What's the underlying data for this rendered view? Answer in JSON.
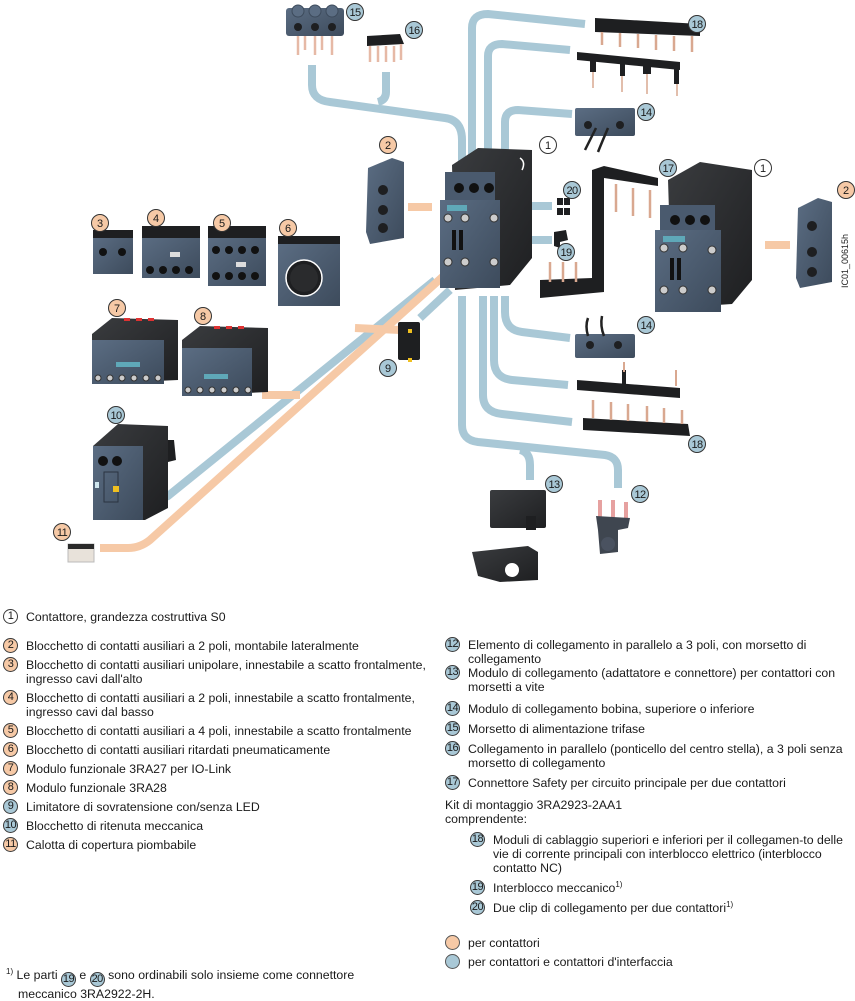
{
  "colors": {
    "orange_badge": "#f6c9a6",
    "blue_badge": "#a9c8d6",
    "orange_line": "#f6c9a6",
    "blue_line": "#a9c8d6",
    "housing_dark": "#2a2c2e",
    "housing_blue": "#4a5a6e",
    "copper": "#d9a890"
  },
  "diagram": {
    "image_code": "IC01_00615h",
    "callouts": [
      {
        "n": "1",
        "style": "white"
      },
      {
        "n": "1",
        "style": "white"
      },
      {
        "n": "2",
        "style": "orange"
      },
      {
        "n": "2",
        "style": "orange"
      },
      {
        "n": "3",
        "style": "orange"
      },
      {
        "n": "4",
        "style": "orange"
      },
      {
        "n": "5",
        "style": "orange"
      },
      {
        "n": "6",
        "style": "orange"
      },
      {
        "n": "7",
        "style": "orange"
      },
      {
        "n": "8",
        "style": "orange"
      },
      {
        "n": "9",
        "style": "blue"
      },
      {
        "n": "10",
        "style": "blue"
      },
      {
        "n": "11",
        "style": "orange"
      },
      {
        "n": "12",
        "style": "blue"
      },
      {
        "n": "13",
        "style": "blue"
      },
      {
        "n": "14",
        "style": "blue"
      },
      {
        "n": "14",
        "style": "blue"
      },
      {
        "n": "15",
        "style": "blue"
      },
      {
        "n": "16",
        "style": "blue"
      },
      {
        "n": "17",
        "style": "blue"
      },
      {
        "n": "18",
        "style": "blue"
      },
      {
        "n": "18",
        "style": "blue"
      },
      {
        "n": "19",
        "style": "blue"
      },
      {
        "n": "20",
        "style": "blue"
      }
    ]
  },
  "legend_left": [
    {
      "n": "1",
      "style": "w",
      "text": "Contattore, grandezza costruttiva S0"
    },
    {
      "n": "2",
      "style": "o",
      "text": "Blocchetto di contatti ausiliari a 2 poli, montabile lateralmente"
    },
    {
      "n": "3",
      "style": "o",
      "text": "Blocchetto di contatti ausiliari unipolare, innestabile a scatto frontalmente, ingresso cavi dall'alto"
    },
    {
      "n": "4",
      "style": "o",
      "text": "Blocchetto di contatti ausiliari a 2 poli, innestabile a scatto frontalmente, ingresso cavi dal basso"
    },
    {
      "n": "5",
      "style": "o",
      "text": "Blocchetto di contatti ausiliari a 4 poli, innestabile a scatto frontalmente"
    },
    {
      "n": "6",
      "style": "o",
      "text": "Blocchetto di contatti ausiliari ritardati pneumaticamente"
    },
    {
      "n": "7",
      "style": "o",
      "text": "Modulo funzionale 3RA27 per IO-Link"
    },
    {
      "n": "8",
      "style": "o",
      "text": "Modulo funzionale 3RA28"
    },
    {
      "n": "9",
      "style": "b",
      "text": "Limitatore di sovratensione con/senza LED"
    },
    {
      "n": "10",
      "style": "b",
      "text": "Blocchetto di ritenuta meccanica"
    },
    {
      "n": "11",
      "style": "o",
      "text": "Calotta di copertura piombabile"
    }
  ],
  "legend_right": [
    {
      "n": "12",
      "style": "b",
      "text": "Elemento di collegamento in parallelo a 3 poli, con morsetto di collegamento"
    },
    {
      "n": "13",
      "style": "b",
      "text": "Modulo di collegamento (adattatore e connettore) per contattori con morsetti a vite"
    },
    {
      "n": "14",
      "style": "b",
      "text": "Modulo di collegamento bobina, superiore o inferiore"
    },
    {
      "n": "15",
      "style": "b",
      "text": "Morsetto di alimentazione trifase"
    },
    {
      "n": "16",
      "style": "b",
      "text": "Collegamento in parallelo (ponticello del centro stella), a 3 poli senza morsetto di collegamento"
    },
    {
      "n": "17",
      "style": "b",
      "text": "Connettore Safety per circuito principale per due contattori"
    }
  ],
  "kit": {
    "title_line1": "Kit di montaggio 3RA2923-2AA1",
    "title_line2": "comprendente:",
    "items": [
      {
        "n": "18",
        "style": "b",
        "text": "Moduli di cablaggio superiori e inferiori per il collegamen-to delle vie di corrente principali con interblocco elettrico (interblocco contatto NC)",
        "sup": ""
      },
      {
        "n": "19",
        "style": "b",
        "text": "Interblocco meccanico",
        "sup": "1)"
      },
      {
        "n": "20",
        "style": "b",
        "text": "Due clip di collegamento per due contattori",
        "sup": "1)"
      }
    ]
  },
  "key": [
    {
      "style": "o",
      "text": "per contattori"
    },
    {
      "style": "b",
      "text": "per contattori e contattori d'interfaccia"
    }
  ],
  "footnote": {
    "marker": "1)",
    "part_a": "Le parti",
    "badge_a": "19",
    "conj": "e",
    "badge_b": "20",
    "part_b": "sono ordinabili solo insieme come connettore",
    "line2": "meccanico 3RA2922-2H."
  }
}
